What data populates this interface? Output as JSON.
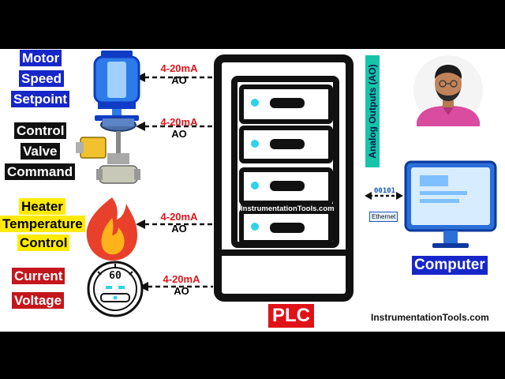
{
  "labels": {
    "motor": [
      "Motor",
      "Speed",
      "Setpoint"
    ],
    "valve": [
      "Control",
      "Valve",
      "Command"
    ],
    "heater": [
      "Heater",
      "Temperature",
      "Control"
    ],
    "meter": [
      "Current",
      "Voltage"
    ]
  },
  "signal": {
    "range": "4-20mA",
    "type": "AO"
  },
  "ao_vertical": "Analog Outputs (AO)",
  "plc_label": "PLC",
  "computer_label": "Computer",
  "ethernet": {
    "bits": "00101",
    "label": "Ethernet"
  },
  "watermark_center": "InstrumentationTools.com",
  "watermark_bottom": "InstrumentationTools.com",
  "meter_display": "60",
  "colors": {
    "label_blue": "#1726c9",
    "label_yellow": "#ffea00",
    "label_red": "#c4161c",
    "signal_red": "#e0151c",
    "led_cyan": "#2ed3e8",
    "ao_green": "#17c4a8"
  },
  "icons": [
    "motor-icon",
    "control-valve-icon",
    "flame-icon",
    "meter-icon",
    "person-avatar",
    "computer-monitor-icon"
  ]
}
